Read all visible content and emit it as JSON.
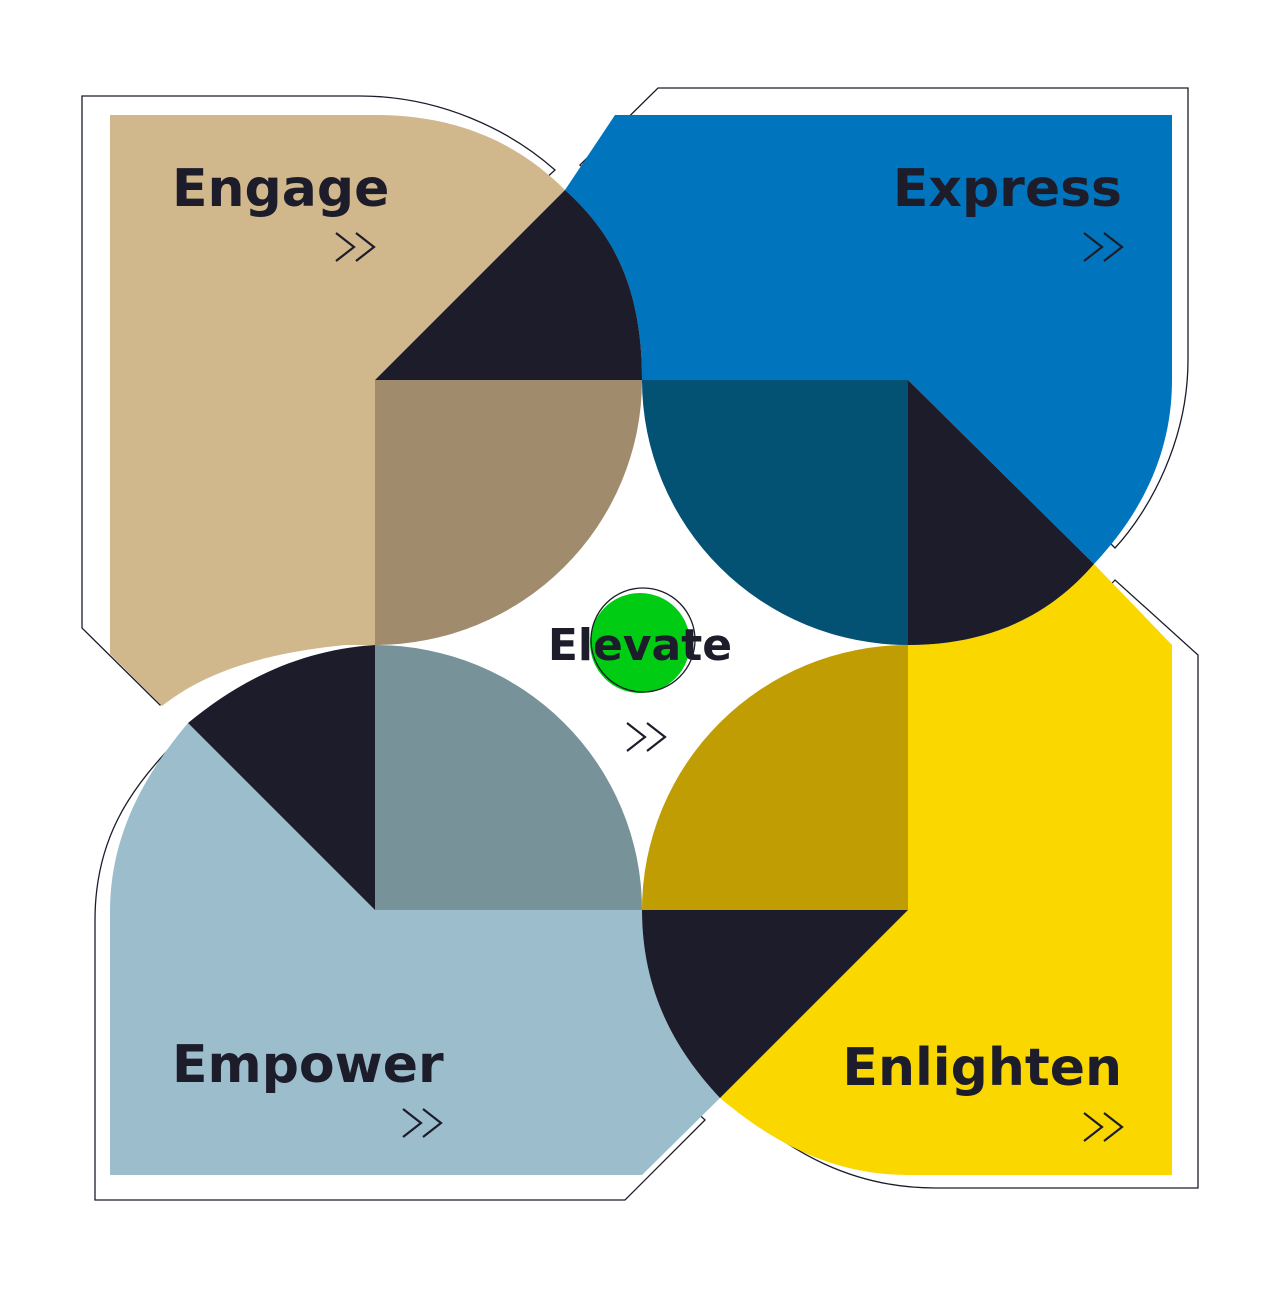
{
  "colors": {
    "engage": "#d1b78c",
    "express": "#0075bd",
    "empower": "#9bbdcc",
    "enlighten": "#fbd700",
    "dark": "#1c1c2b",
    "center_dot": "#00cc14",
    "engage_overlap": "#a08c6c",
    "express_overlap": "#035274",
    "empower_overlap": "#779299",
    "enlighten_overlap": "#c09d03"
  },
  "quadrants": {
    "engage": {
      "title": "Engage",
      "icon": "double-chevron-right-icon"
    },
    "express": {
      "title": "Express",
      "icon": "double-chevron-right-icon"
    },
    "empower": {
      "title": "Empower",
      "icon": "double-chevron-right-icon"
    },
    "enlighten": {
      "title": "Enlighten",
      "icon": "double-chevron-right-icon"
    }
  },
  "center": {
    "title": "Elevate",
    "icon": "double-chevron-right-icon"
  }
}
